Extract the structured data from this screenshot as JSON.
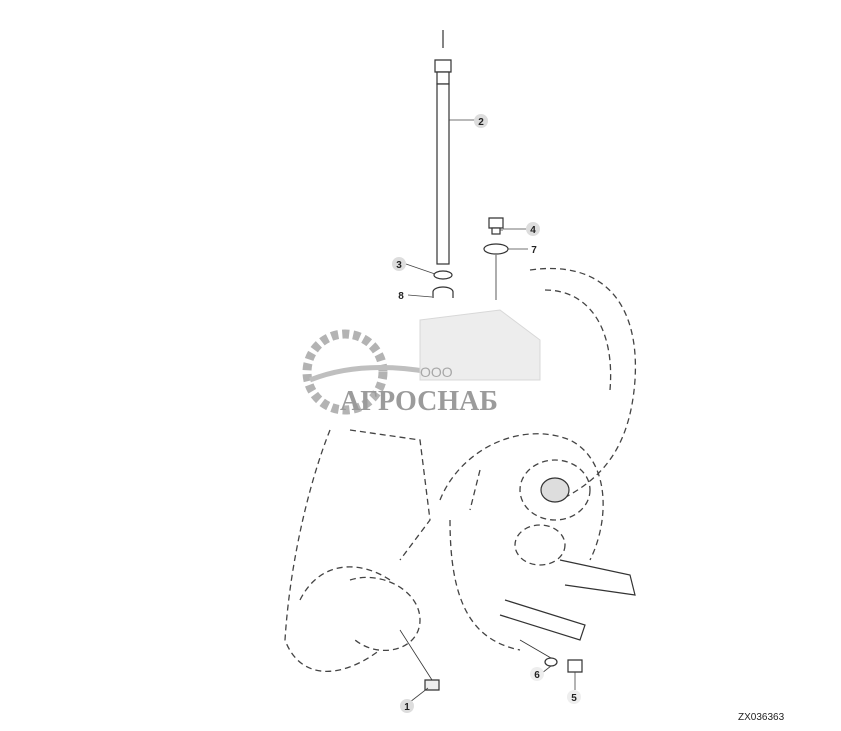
{
  "diagram": {
    "drawing_code": "ZX036363",
    "callouts": [
      {
        "id": "1",
        "label": "1"
      },
      {
        "id": "2",
        "label": "2"
      },
      {
        "id": "3",
        "label": "3"
      },
      {
        "id": "4",
        "label": "4"
      },
      {
        "id": "5",
        "label": "5"
      },
      {
        "id": "6",
        "label": "6"
      },
      {
        "id": "7",
        "label": "7"
      },
      {
        "id": "8",
        "label": "8"
      }
    ]
  },
  "watermark": {
    "line1": "ООО",
    "line2": "АГРОСНАБ",
    "color": "#7a7a7a"
  }
}
